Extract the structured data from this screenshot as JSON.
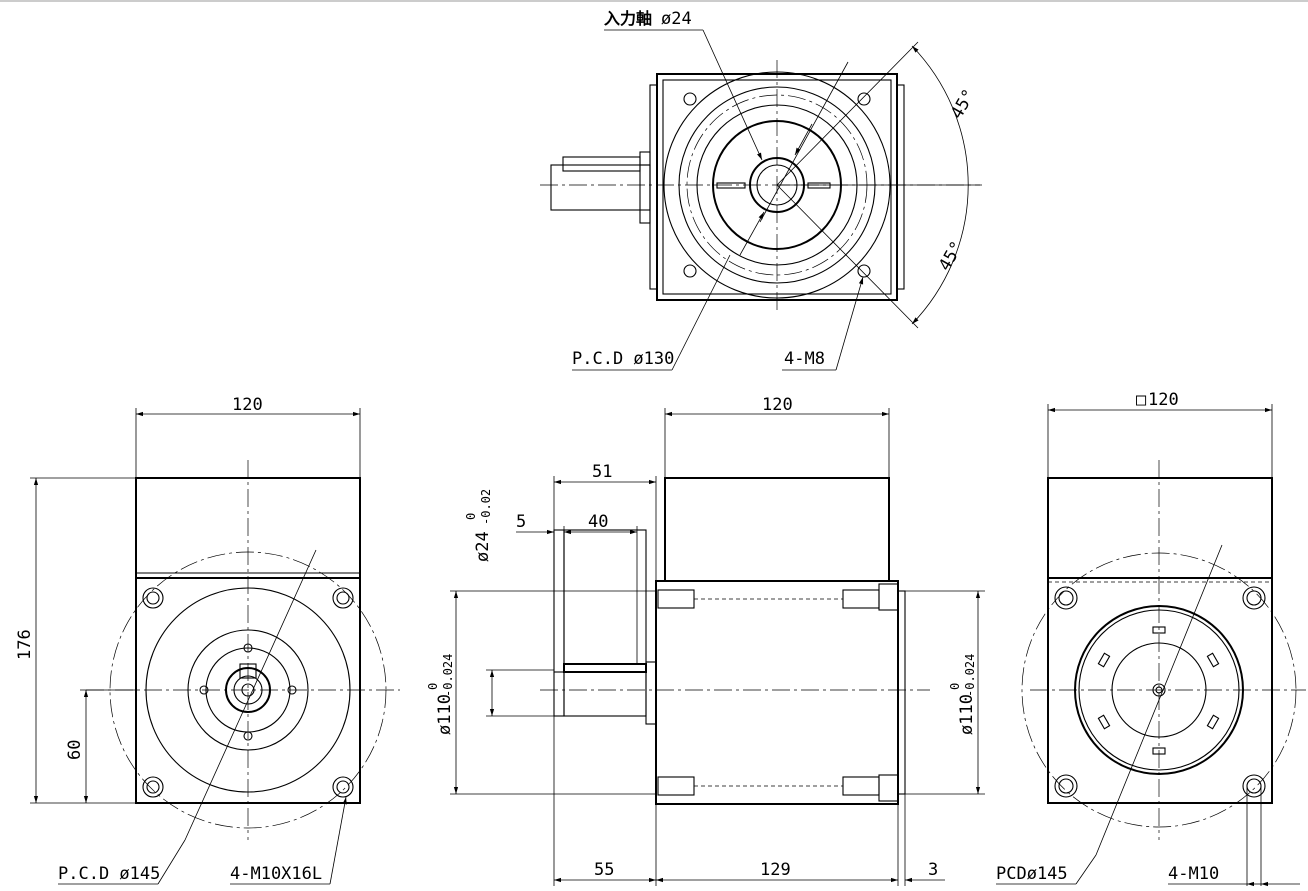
{
  "top_view": {
    "input_shaft_label": "入力軸",
    "input_shaft_dia": "ø24",
    "pcd_label": "P.C.D ø130",
    "tap_label": "4-M8",
    "angle_top": "45°",
    "angle_bottom": "45°"
  },
  "left_view": {
    "width_dim": "120",
    "height_dim": "176",
    "center_height_dim": "60",
    "pcd_label": "P.C.D ø145",
    "tap_label": "4-M10X16L"
  },
  "side_view": {
    "body_width_dim": "120",
    "shaft_length_dim": "51",
    "shoulder_dim": "5",
    "key_length_dim": "40",
    "shaft_dia_base": "ø24",
    "shaft_dia_tol_upper": "0",
    "shaft_dia_tol_lower": "-0.02",
    "pilot_dia_left_base": "ø110",
    "pilot_dia_left_tol_upper": "0",
    "pilot_dia_left_tol_lower": "-0.024",
    "pilot_dia_right_base": "ø110",
    "pilot_dia_right_tol_upper": "0",
    "pilot_dia_right_tol_lower": "-0.024",
    "bottom_dim_left": "55",
    "bottom_dim_mid": "129",
    "bottom_dim_right": "3"
  },
  "right_view": {
    "square_dim": "120",
    "square_symbol": "□",
    "pcd_label": "PCDø145",
    "tap_label": "4-M10"
  }
}
